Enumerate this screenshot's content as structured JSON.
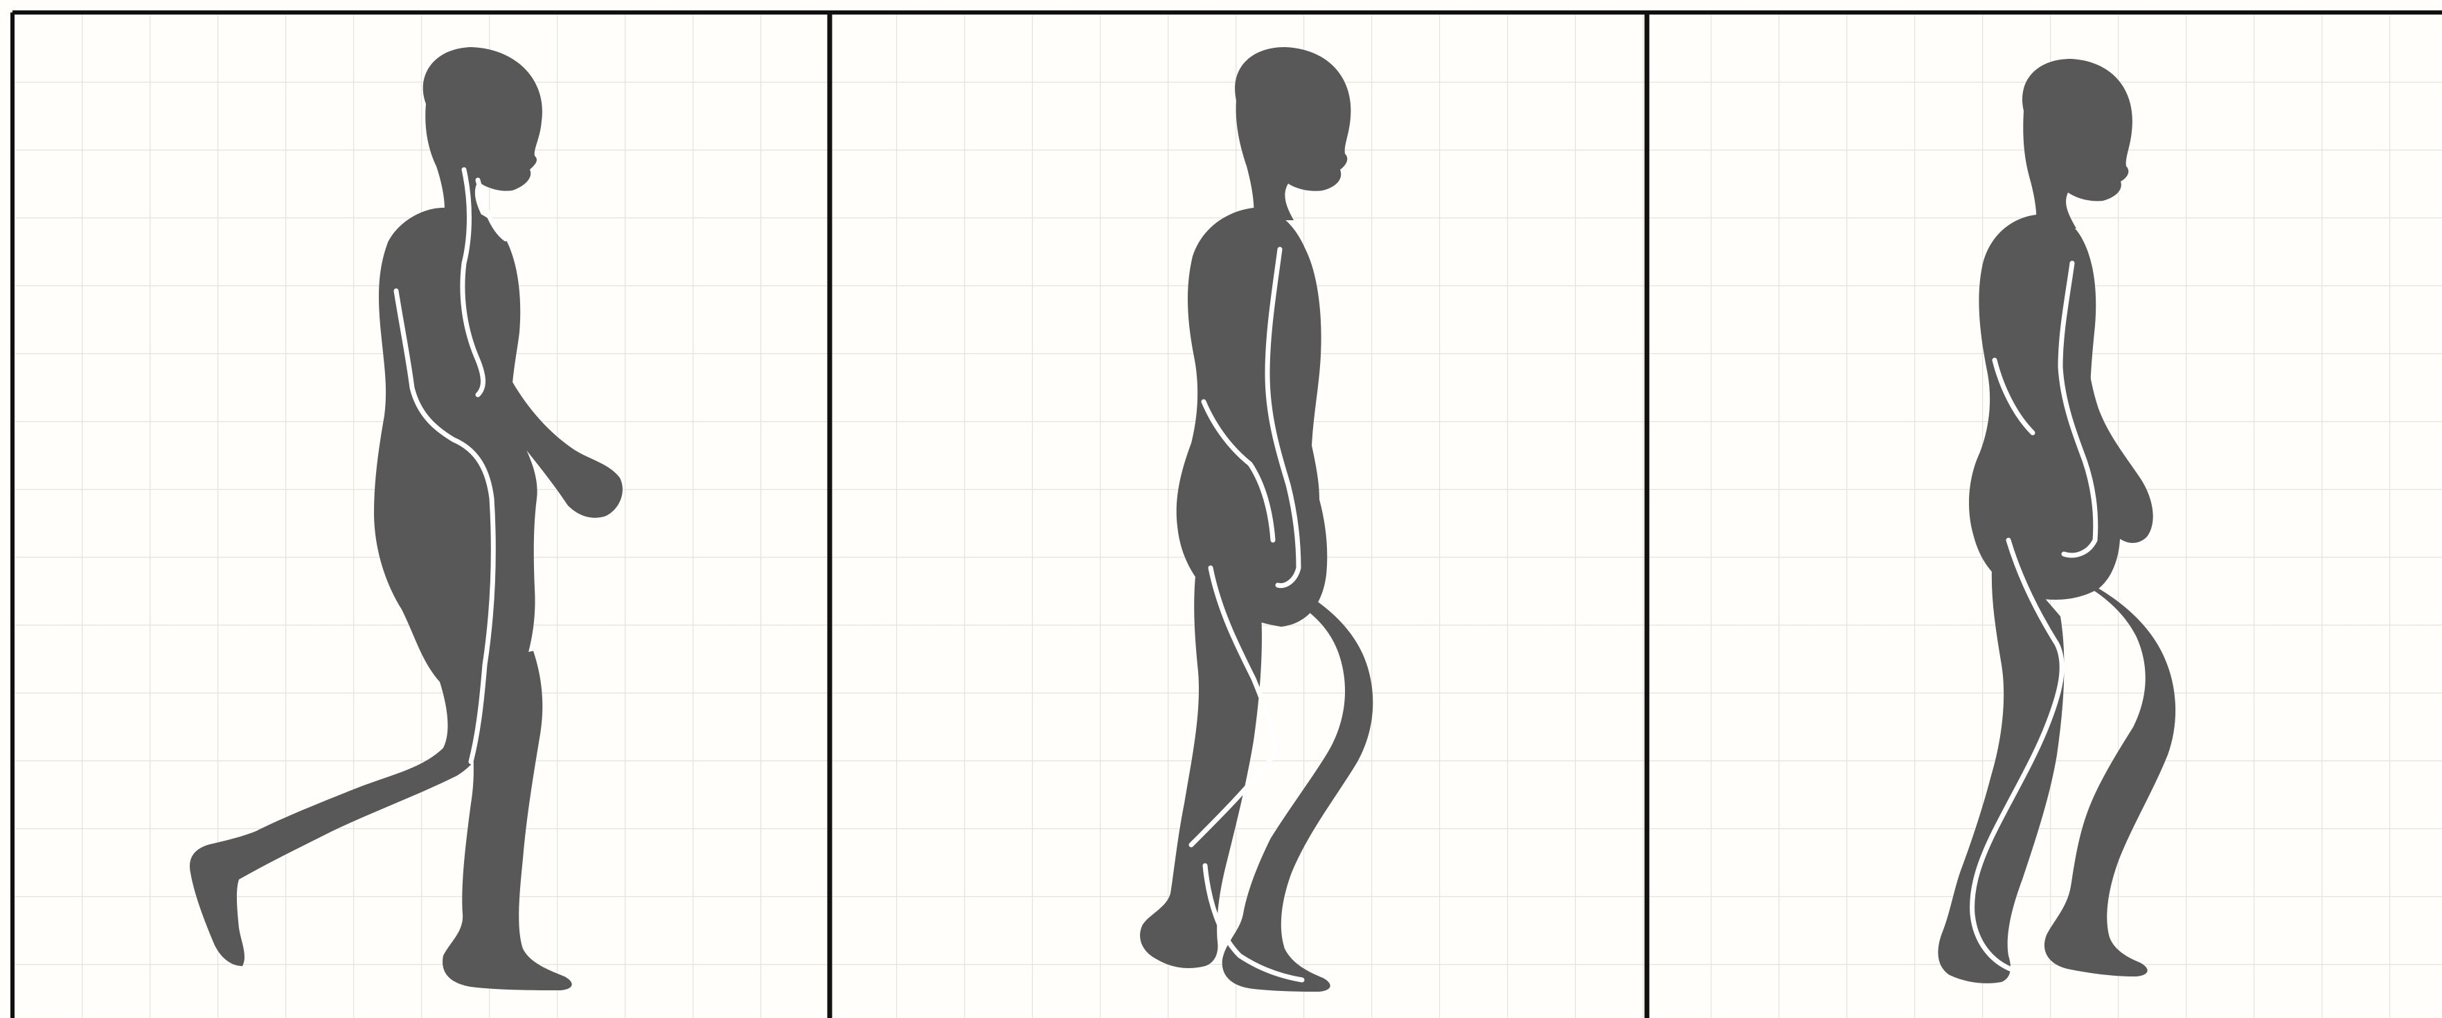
{
  "figure": {
    "panels": [
      {
        "pose": "walking-stride-back-leg-raised"
      },
      {
        "pose": "walking-mid-stance-legs-crossing"
      },
      {
        "pose": "walking-heel-strike-upright"
      }
    ]
  },
  "colors": {
    "background": "#fffefb",
    "grid": "#e6e3dc",
    "frame": "#111111",
    "silhouette": "#595859",
    "highlight": "#ffffff"
  }
}
